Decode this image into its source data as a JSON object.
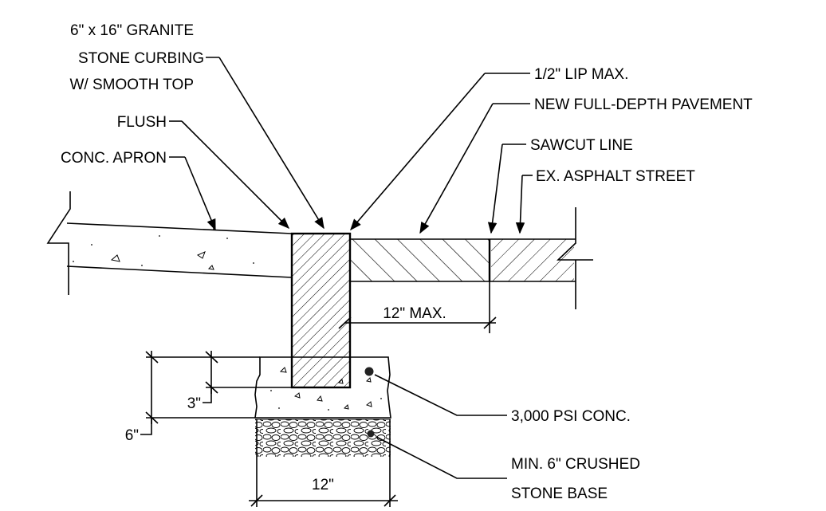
{
  "diagram": {
    "labels": {
      "curbing_line1": "6\" x 16\" GRANITE",
      "curbing_line2": "STONE CURBING",
      "curbing_line3": "W/ SMOOTH TOP",
      "flush": "FLUSH",
      "conc_apron": "CONC. APRON",
      "lip": "1/2\" LIP MAX.",
      "new_pavement": "NEW FULL-DEPTH PAVEMENT",
      "sawcut": "SAWCUT LINE",
      "ex_asphalt": "EX. ASPHALT STREET",
      "max_12": "12\" MAX.",
      "conc_psi": "3,000 PSI CONC.",
      "stone_base_line1": "MIN. 6\" CRUSHED",
      "stone_base_line2": "STONE BASE",
      "dim_3": "3\"",
      "dim_6": "6\"",
      "dim_12": "12\""
    }
  }
}
